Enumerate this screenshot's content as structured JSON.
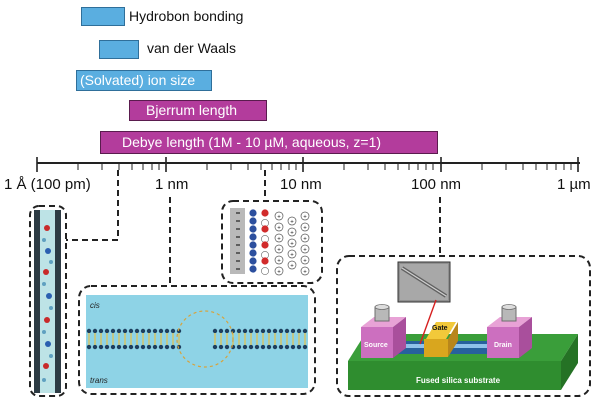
{
  "scales": [
    {
      "label": "Hydrobon bonding",
      "color": "#5aaee0"
    },
    {
      "label": "van der Waals",
      "color": "#5aaee0"
    },
    {
      "label": "(Solvated) ion size",
      "color": "#5aaee0"
    },
    {
      "label": "Bjerrum length",
      "color": "#b33c9c"
    },
    {
      "label": "Debye length (1M - 10 µM, aqueous, z=1)",
      "color": "#b33c9c"
    }
  ],
  "axis": {
    "ticks": [
      "1 Å (100 pm)",
      "1 nm",
      "10 nm",
      "100 nm",
      "1 µm"
    ]
  },
  "membrane_panel": {
    "top_label": "cis",
    "bottom_label": "trans"
  },
  "device_panel": {
    "source_label": "Source",
    "gate_label": "Gate",
    "drain_label": "Drain",
    "substrate_label": "Fused silica substrate"
  },
  "double_layer_panel": {
    "counter_ion_sign": "+"
  }
}
